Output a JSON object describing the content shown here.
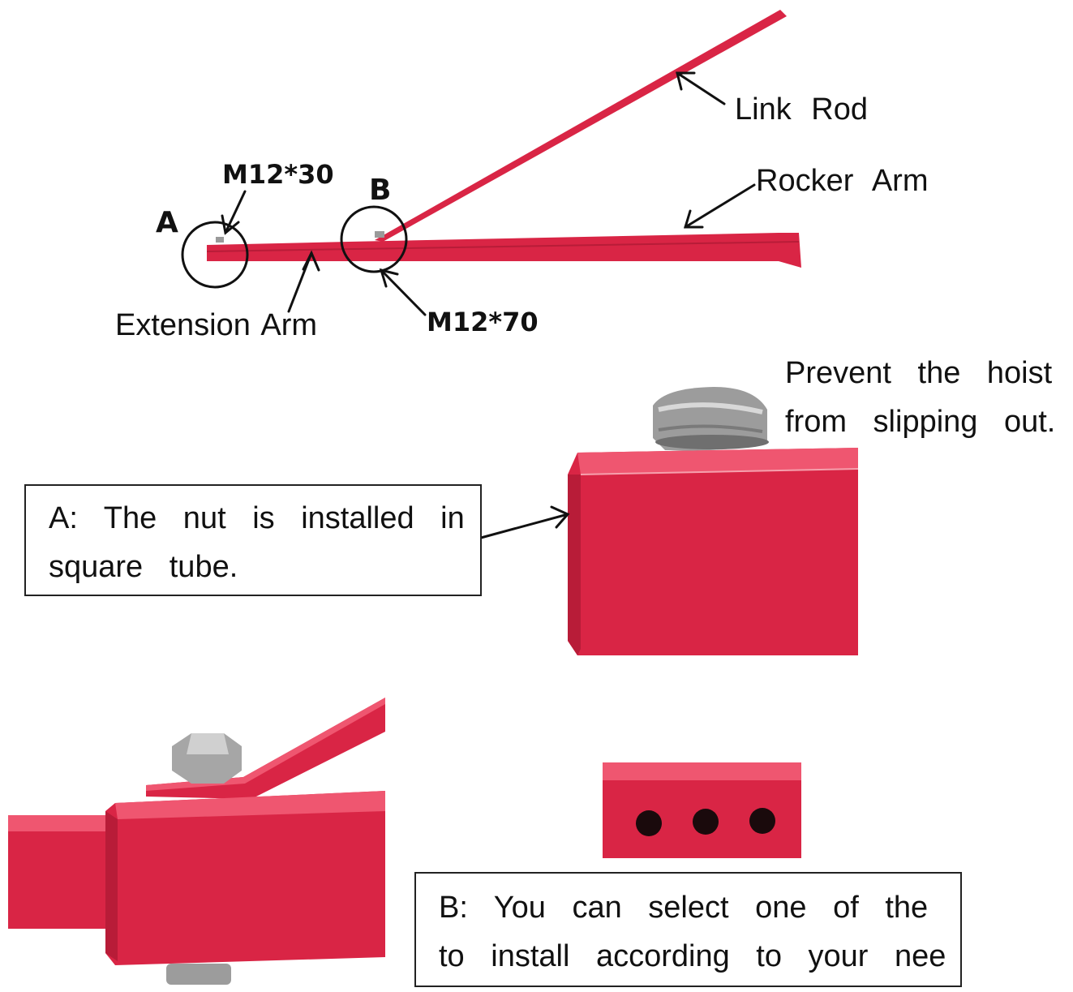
{
  "colors": {
    "steel": "#d92545",
    "steel_dark": "#b81c38",
    "bolt": "#b0b0b0",
    "ink": "#111111"
  },
  "diagram": {
    "labels": {
      "link_rod": "Link  Rod",
      "rocker_arm": "Rocker  Arm",
      "extension_arm": "Extension Arm",
      "bolt_a": "M12*30",
      "bolt_b": "M12*70",
      "point_a": "A",
      "point_b": "B"
    }
  },
  "notes": {
    "prevent": [
      "Prevent  the  hoist",
      "from  slipping  out."
    ],
    "a_note": [
      "A:  The  nut  is  installed  in",
      "square  tube."
    ],
    "b_note": [
      "B:  You  can  select  one  of  the",
      "to  install  according  to  your  nee"
    ]
  }
}
